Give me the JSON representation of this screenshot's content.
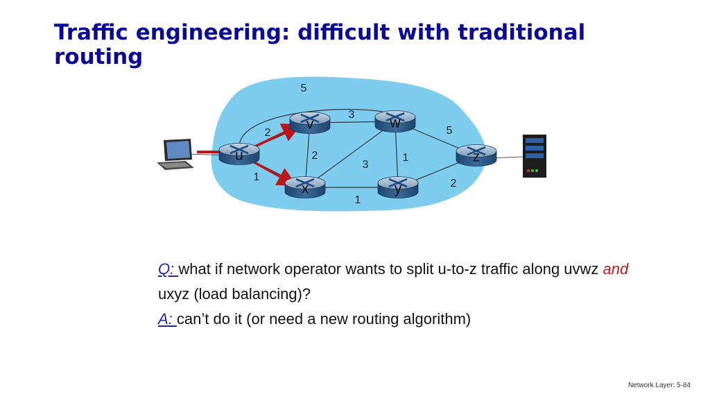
{
  "slide": {
    "title": "Traffic engineering: difficult with traditional routing",
    "footer": "Network Layer: 5-84"
  },
  "network": {
    "nodes": [
      {
        "id": "u",
        "label": "u"
      },
      {
        "id": "v",
        "label": "v"
      },
      {
        "id": "w",
        "label": "w"
      },
      {
        "id": "x",
        "label": "x"
      },
      {
        "id": "y",
        "label": "y"
      },
      {
        "id": "z",
        "label": "z"
      }
    ],
    "links": [
      {
        "from": "u",
        "to": "w",
        "cost": "5"
      },
      {
        "from": "u",
        "to": "v",
        "cost": "2"
      },
      {
        "from": "u",
        "to": "x",
        "cost": "1"
      },
      {
        "from": "v",
        "to": "w",
        "cost": "3"
      },
      {
        "from": "v",
        "to": "x",
        "cost": "2"
      },
      {
        "from": "x",
        "to": "w",
        "cost": "3"
      },
      {
        "from": "w",
        "to": "y",
        "cost": "1"
      },
      {
        "from": "w",
        "to": "z",
        "cost": "5"
      },
      {
        "from": "x",
        "to": "y",
        "cost": "1"
      },
      {
        "from": "y",
        "to": "z",
        "cost": "2"
      }
    ],
    "highlighted_paths": [
      [
        "u",
        "v"
      ],
      [
        "u",
        "x"
      ]
    ],
    "colors": {
      "cloud": "#7fcdee",
      "router": "#2c5a8a",
      "highlight": "#c0141b"
    }
  },
  "qa": {
    "q_marker": "Q: ",
    "q_text_1": "what if network operator wants to split  u-to-z traffic along uvwz ",
    "q_emph": "and",
    "q_text_2": " uxyz (load balancing)?",
    "a_marker": "A: ",
    "a_text": "can’t do it (or need a new routing algorithm)"
  }
}
